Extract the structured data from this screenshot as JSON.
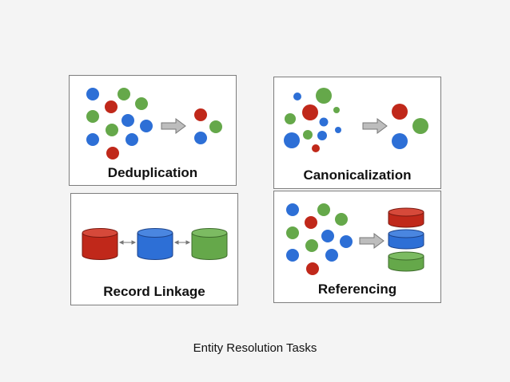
{
  "panels": {
    "deduplication": "Deduplication",
    "canonicalization": "Canonicalization",
    "record_linkage": "Record Linkage",
    "referencing": "Referencing"
  },
  "caption": "Entity Resolution Tasks",
  "colors": {
    "red": "#c0281a",
    "green": "#65a84a",
    "blue": "#2d6fd6",
    "arrow": "#bdbdbd",
    "border": "#7d7d7d"
  }
}
